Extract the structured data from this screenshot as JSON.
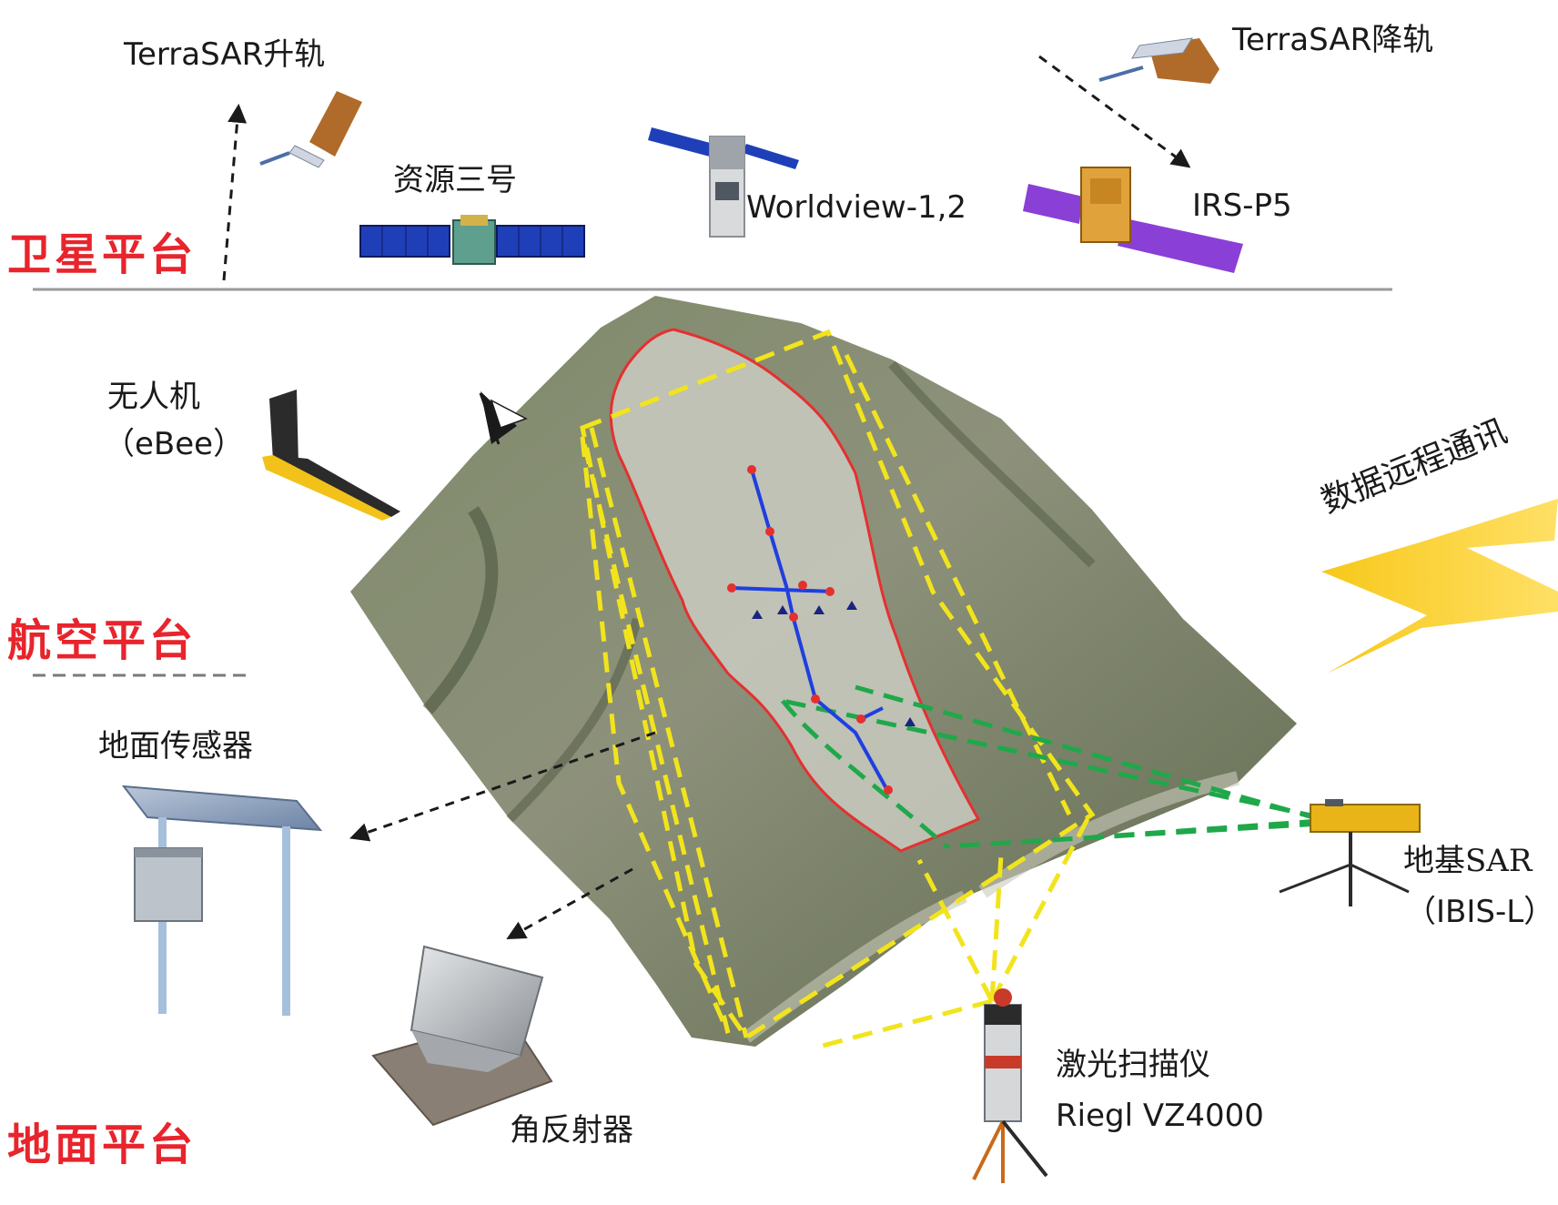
{
  "platforms": {
    "satellite": "卫星平台",
    "aerial": "航空平台",
    "ground": "地面平台",
    "color": "#e8242c"
  },
  "satellites": {
    "terrasar_asc": "TerraSAR升轨",
    "terrasar_desc": "TerraSAR降轨",
    "zy3": "资源三号",
    "worldview": "Worldview-1,2",
    "irs": "IRS-P5"
  },
  "aerial": {
    "uav_name": "无人机",
    "uav_model": "（eBee）"
  },
  "ground": {
    "sensor": "地面传感器",
    "reflector": "角反射器",
    "laser_name": "激光扫描仪",
    "laser_model": "Riegl VZ4000",
    "gbsar_name": "地基SAR",
    "gbsar_model": "（IBIS-L）"
  },
  "telemetry": "数据远程通讯",
  "colors": {
    "landslide_boundary": "#e53030",
    "profile_lines": "#1f3fe0",
    "laser_coverage": "#f2e41c",
    "gbsar_coverage": "#1fa84a",
    "lightning": "#f7c81a"
  }
}
